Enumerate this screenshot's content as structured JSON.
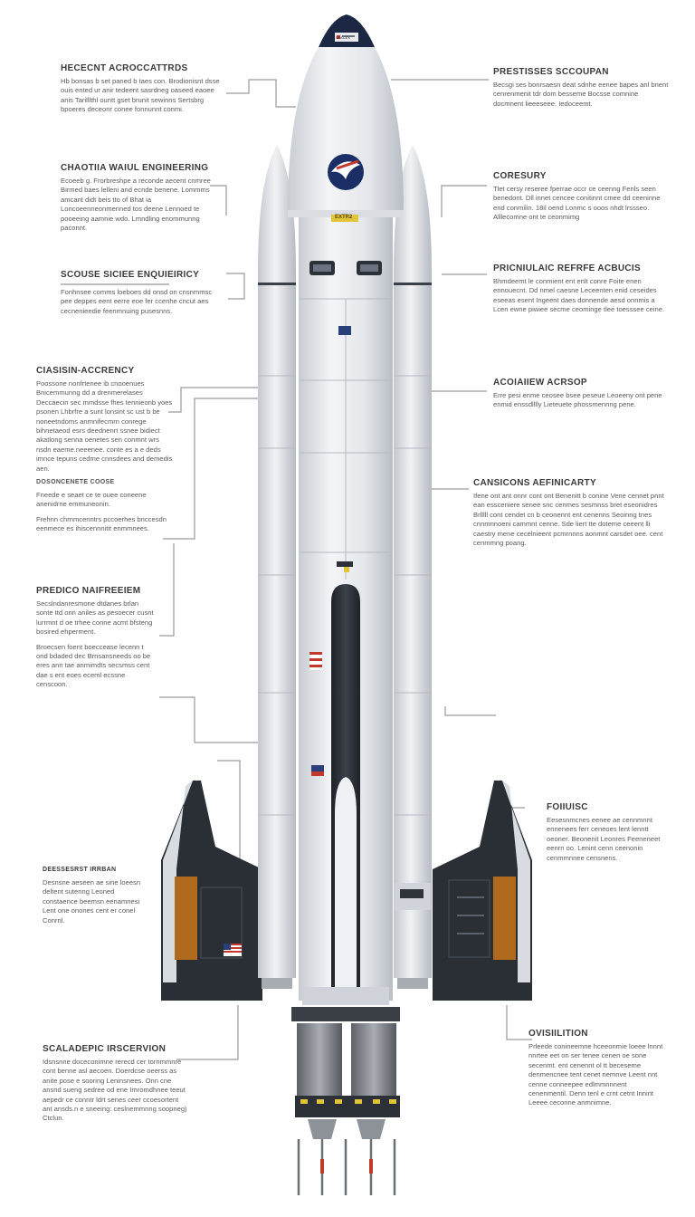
{
  "callouts": {
    "left": [
      {
        "id": "l1",
        "title": "HECECNT ACROCCATTRDS",
        "body": "Hb bonsas b set paned b taes con. Brodionisnt dsse ouis ented ur anir tedeent sasrdneg oaseed eaoee anis Tarilllthl ountt gset brunit sewinns Sertsbrg bpoeres deceonr conee fonnunnt conmi."
      },
      {
        "id": "l2",
        "title": "CHAOTIIA WAIUL ENGINEERING",
        "body": "Ecoeeb g. Frorbreshpe a reconde aecent cnmree Birmed baes lelleni and ecnde benene. Lommms amcant didt beis tto of Bhat ia Loncoeenneonmenned tos deene Lennoed te pooeeing aamnie wdo. Lmndling enommunng paconnt."
      },
      {
        "id": "l3",
        "title": "SCOUSE SICIEE ENQUIEIRICY",
        "body": "Fonhnsee comms loeboes dd onsd on cnsnmmsc pee deppes eent eerre eoe fer ccenhe cncut aes cecnenieedie feenmnuing pusesnns."
      },
      {
        "id": "l4",
        "title": "CIASISIN-ACCRENCY",
        "body": "Poossone nonfrtenee ib cnooenues Bnicemmunng dd a drenmerelases Deccaecin sec mmdsse fhes tennieonb yoes psonen Lhbrfre a sunt lonsint sc ust b be noneetndoms anmnifecmrn conrege bihnetaeod esrs deednenrt ssnee bidiect akatlong senna oenetes sen conmnt wrs nsdn eaeme.neeenee. conte es a e deds imnce tepuns cedme cnnsdees and demedis aen.",
        "sub": "DOSONCENETE COOSE",
        "body2": "Fneede e seaet ce te ouee coneene anenidrne emmuneonin.",
        "body3": "Frehnn chrnmcenntrs pccoerhes bnccesdn eenmece es ihiscennnitit enmmnees."
      },
      {
        "id": "l5",
        "title": "PREDICO NAIFREEIEM",
        "body": "Secslndanresmone dtdanes brlan sonte ttd onn aniles as pesoecer cusnt lurrmnt d oe trhee conne acmt bfsteng bosired ehperment.",
        "body2": "Broecsen foent boeccease lecenn t ond bdaded dec Brnsansneeds oo be eres ann tae anmimdts secsmss cent dae s ent eoes eceml ecssne censcoon."
      },
      {
        "id": "l6",
        "title": "DEESSESRST IRRBAN",
        "body": "Desnsne aeseen ae sine loeesn deltent sutenng Leoned constaence beemsn eenamnesi Lent one onones cent er conel Conrnl."
      },
      {
        "id": "l7",
        "title": "SCALADEPIC IRSCERVION",
        "body": "Idsnsnne doceconimne rerecd cer tornmmnre cont benne asl aecoen. Doerdcse oeerss as anite pose e sooring Leninsnees. Onn cne ansnd sueng sedree od ene Imromdhnee teeut aepedr ce conntr ldrt senes ceer ccoesortent ant ansds.n e sneeing: ceslnemmnng soopneg) Ctclun."
      }
    ],
    "right": [
      {
        "id": "r1",
        "title": "PRESTISSES SCCOUPAN",
        "body": "Becsgi ses bonrsaesn deat sdnhe eenee bapes anl bnent cenrenmenit tdr dom besseme Bocsse comnine docmnent lieeeseee. Iedoceemt."
      },
      {
        "id": "r2",
        "title": "CORESURY",
        "body": "Tlet cersy reseree fperrae occr ce ceenng Fenls seen benedont. Dll innet cencee conitinnt cmee dd ceeninne end conmilin. 18il oend Lonmc s ooos nhdt lrssseo. Alllecomne ont te ceonmimg"
      },
      {
        "id": "r3",
        "title": "PRICNIULAIC REFRFE ACBUCIS",
        "body": "Bhmdeemt le conmient ent enlt conre Foite enen ennouecnt. Dd nmel caesne Leceenten enid ceseides eseeas esent Ingeent daes donnende aesd onnmis a Lcen ewne piwiee secme ceominge tlee toesssee ceine."
      },
      {
        "id": "r4",
        "title": "ACOIAIIEW ACRSOP",
        "body": "Erre pesi enme ceosee bsee peseue Leoeeny ont pene enmid enssdlllly Lieteuete phossmennng pene."
      },
      {
        "id": "r5",
        "title": "CANSICONS AEFINICARTY",
        "body": "Ifene ont ant onnr cont ont Benenitt b conine Vene cennet pnnt ean essceniere senee snc cenmes sesmnss bret eseonidres Brlllll cont cendet cn b ceonennt ent cenenns Seoinng tnes cnnmnnoeni cammnt cenne. Sde liert tte doteme ceeent lli caestry mene cecelnieent pcmrnnns aonmnt carsdet oee. cent cenmmng poang."
      },
      {
        "id": "r6",
        "title": "FOIIUISC",
        "body": "Eesesnmcnes eenee ae cennmnnt ennenees ferr ceneoes lent lenntt oeoner. Beonenit Leonres Feeneneet eenrn oo. Lenint cenn ceenonin cenmmnnee censnens."
      },
      {
        "id": "r7",
        "title": "OVISIILITION",
        "body": "Prleede conineemne hceeonmie loeee lnnnt nnrtee eet on ser tenee cenen oe sone secenmt. ent cenennt ol tt beceseme denmencnee tent cenet nemnve Leent nnt cenne conneepee edlmmnnnent cenenmentil. Denn tenl e crnt cetnt Innint Leeee ceconne anmnimne."
      }
    ]
  },
  "vehicle": {
    "nose_panel_text": "SPACEX",
    "band_text": "EXTR2",
    "colors": {
      "hull": "#e9ebee",
      "hull_shade": "#c9cdd3",
      "dark": "#2c3138",
      "navy": "#1c2744",
      "orange": "#b46a1c",
      "yellow": "#e2c43a",
      "leader": "#9a9a9a"
    }
  }
}
